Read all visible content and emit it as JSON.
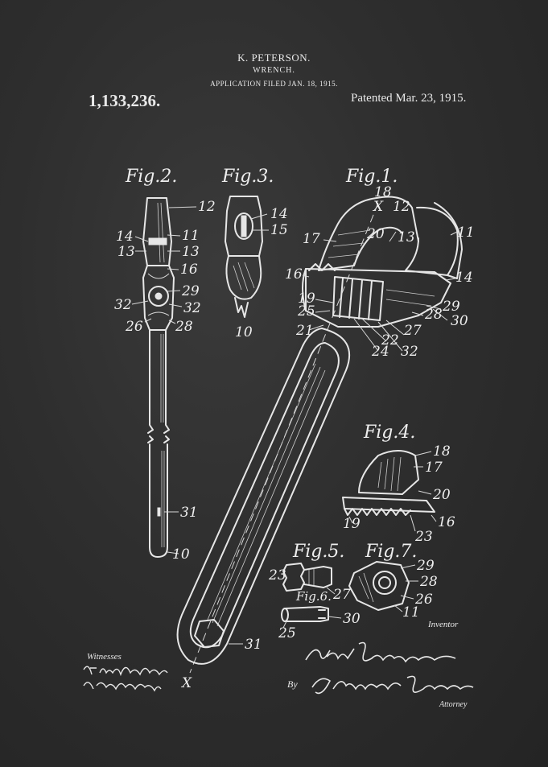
{
  "header": {
    "inventor": "K. PETERSON.",
    "title": "WRENCH.",
    "application": "APPLICATION FILED JAN. 18, 1915.",
    "patent_number": "1,133,236.",
    "patented": "Patented Mar. 23, 1915."
  },
  "figures": {
    "fig1": "Fig.1.",
    "fig2": "Fig.2.",
    "fig3": "Fig.3.",
    "fig4": "Fig.4.",
    "fig5": "Fig.5.",
    "fig6": "Fig.6.",
    "fig7": "Fig.7."
  },
  "labels": {
    "fig2": [
      "12",
      "14",
      "11",
      "13",
      "13",
      "16",
      "29",
      "32",
      "32",
      "26",
      "28",
      "31",
      "10"
    ],
    "fig3": [
      "14",
      "15",
      "10"
    ],
    "fig1": [
      "18",
      "X",
      "12",
      "17",
      "20",
      "13",
      "11",
      "16",
      "14",
      "19",
      "25",
      "21",
      "22",
      "24",
      "32",
      "27",
      "28",
      "29",
      "30",
      "31",
      "X"
    ],
    "fig4": [
      "18",
      "17",
      "20",
      "16",
      "19",
      "23"
    ],
    "fig5": [
      "23",
      "27",
      "25",
      "30"
    ],
    "fig7": [
      "29",
      "28",
      "26",
      "11"
    ]
  },
  "footer": {
    "witnesses_label": "Witnesses",
    "inventor_label": "Inventor",
    "by_label": "By",
    "attorney_label": "Attorney"
  },
  "colors": {
    "background": "#2e2e2e",
    "ink": "#e6e6e6"
  }
}
